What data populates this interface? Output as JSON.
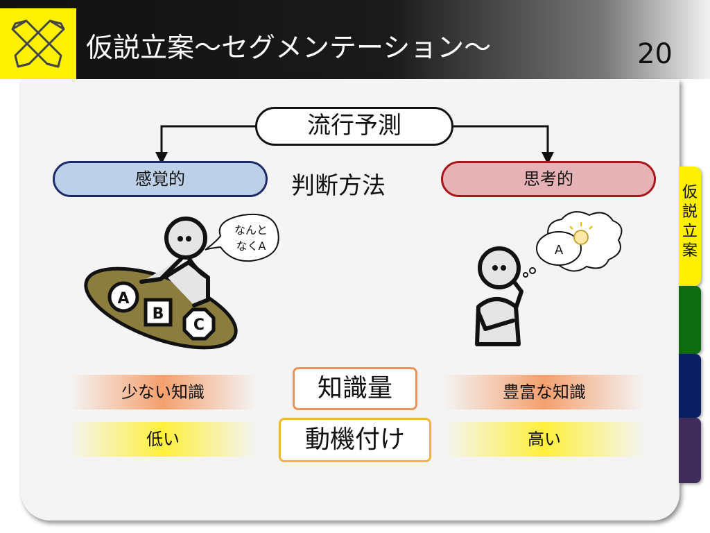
{
  "header": {
    "title": "仮説立案～セグメンテーション～",
    "page_number": "20",
    "logo_icon": "crossed-pencils-icon"
  },
  "side_tab": {
    "label": "仮説立案",
    "colors": [
      "#fff000",
      "#0e6b12",
      "#0d1f63",
      "#3e2c5b"
    ]
  },
  "diagram": {
    "top_label": "流行予測",
    "method_label": "判断方法",
    "left": {
      "label": "感覚的",
      "speech": [
        "なんと",
        "なくA"
      ],
      "pieces": [
        "A",
        "B",
        "C"
      ],
      "knowledge": "少ない知識",
      "motivation": "低い"
    },
    "right": {
      "label": "思考的",
      "thought": "A",
      "knowledge": "豊富な知識",
      "motivation": "高い"
    },
    "knowledge_label": "知識量",
    "motivation_label": "動機付け"
  }
}
